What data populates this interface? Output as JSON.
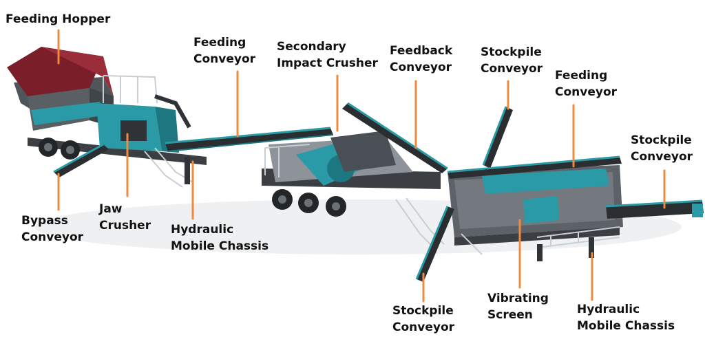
{
  "colors": {
    "teal": "#2a9ba6",
    "teal_dark": "#1d7780",
    "frame": "#4a4f55",
    "frame_dark": "#2f3337",
    "belt": "#2b2e31",
    "hopper_red": "#7a1f2a",
    "rail": "#c9ced2",
    "pointer": "#f08a3c",
    "shadow": "#e9ecee"
  },
  "labels": {
    "feeding_hopper": [
      "Feeding Hopper"
    ],
    "feeding_conveyor_1": [
      "Feeding",
      "Conveyor"
    ],
    "secondary_impact_crusher": [
      "Secondary",
      "Impact Crusher"
    ],
    "feedback_conveyor": [
      "Feedback",
      "Conveyor"
    ],
    "stockpile_conveyor_top": [
      "Stockpile",
      "Conveyor"
    ],
    "feeding_conveyor_2": [
      "Feeding",
      "Conveyor"
    ],
    "stockpile_conveyor_right": [
      "Stockpile",
      "Conveyor"
    ],
    "bypass_conveyor": [
      "Bypass",
      "Conveyor"
    ],
    "jaw_crusher": [
      "Jaw",
      "Crusher"
    ],
    "hydraulic_mobile_chassis_1": [
      "Hydraulic",
      "Mobile Chassis"
    ],
    "stockpile_conveyor_bottom": [
      "Stockpile",
      "Conveyor"
    ],
    "vibrating_screen": [
      "Vibrating",
      "Screen"
    ],
    "hydraulic_mobile_chassis_2": [
      "Hydraulic",
      "Mobile Chassis"
    ]
  }
}
